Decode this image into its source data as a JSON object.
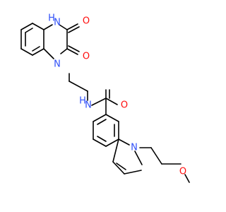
{
  "atoms": {
    "o_top": {
      "text": "O",
      "color": "#ff0d0d"
    },
    "o_mid": {
      "text": "O",
      "color": "#ff0d0d"
    },
    "nh_top": {
      "text": "H",
      "color": "#3050f8"
    },
    "n_top": {
      "text": "N",
      "color": "#3050f8"
    },
    "n_ring": {
      "text": "N",
      "color": "#3050f8"
    },
    "nh_amide": {
      "text": "H",
      "color": "#3050f8"
    },
    "n_amide": {
      "text": "N",
      "color": "#3050f8"
    },
    "o_amide": {
      "text": "O",
      "color": "#ff0d0d"
    },
    "n_indole": {
      "text": "N",
      "color": "#3050f8"
    },
    "o_ether": {
      "text": "O",
      "color": "#ff0d0d"
    }
  }
}
